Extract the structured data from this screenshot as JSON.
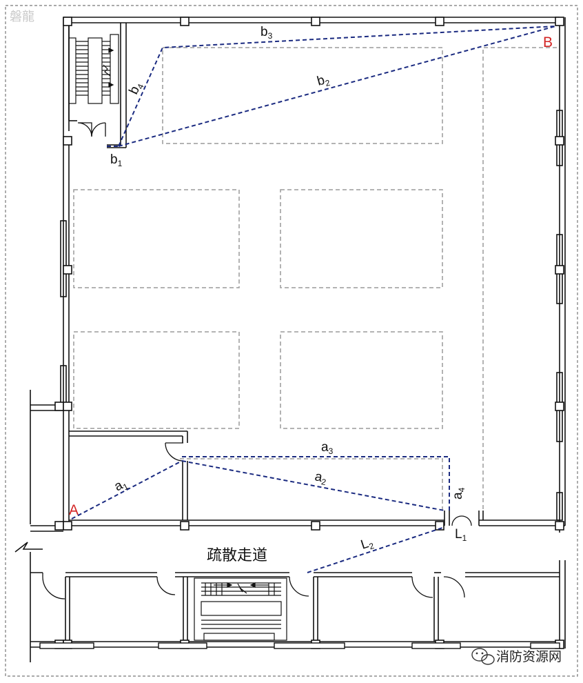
{
  "colors": {
    "wall": "#111111",
    "path": "#1a2a80",
    "zone": "#9a9a9a",
    "point": "#d32424",
    "frame": "#777777"
  },
  "watermark": "磐龍",
  "points": {
    "a": "A",
    "b": "B"
  },
  "paths": {
    "a1": {
      "base": "a",
      "sub": "1"
    },
    "a2": {
      "base": "a",
      "sub": "2"
    },
    "a3": {
      "base": "a",
      "sub": "3"
    },
    "a4": {
      "base": "a",
      "sub": "4"
    },
    "b1": {
      "base": "b",
      "sub": "1"
    },
    "b2": {
      "base": "b",
      "sub": "2"
    },
    "b3": {
      "base": "b",
      "sub": "3"
    },
    "b4": {
      "base": "b",
      "sub": "4"
    },
    "l1": {
      "base": "L",
      "sub": "1"
    },
    "l2": {
      "base": "L",
      "sub": "2"
    }
  },
  "corridor_label": "疏散走道",
  "brand": {
    "text": "消防资源网",
    "icon": "wechat-icon"
  }
}
